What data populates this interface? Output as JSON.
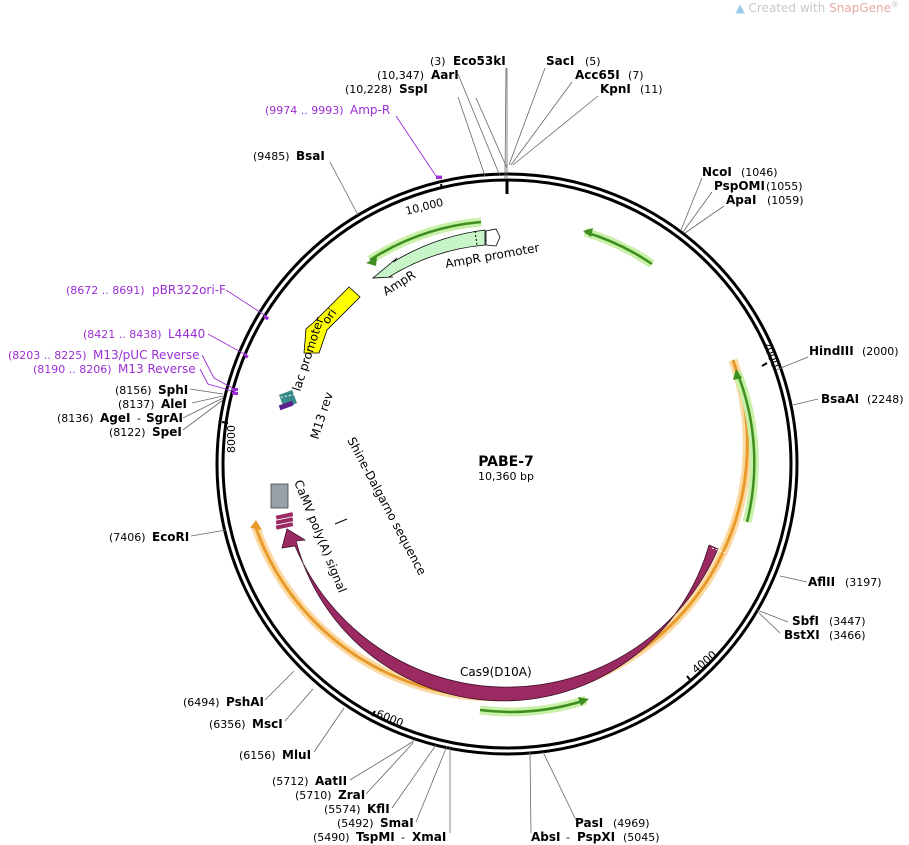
{
  "watermark": {
    "prefix": "Created with ",
    "brand": "SnapGene",
    "mark": "®"
  },
  "plasmid": {
    "name": "PABE-7",
    "size_label": "10,360 bp"
  },
  "ticks": [
    "2000",
    "4000",
    "6000",
    "8000",
    "10,000"
  ],
  "features": {
    "ampr_promoter": "AmpR promoter",
    "ampr": "AmpR",
    "ori": "ori",
    "lac_promoter": "lac promoter",
    "m13_rev": "M13 rev",
    "shine_dalgarno": "Shine-Dalgarno sequence",
    "camv": "CaMV poly(A) signal",
    "cas9": "Cas9(D10A)"
  },
  "primers": [
    {
      "pos": "(9974 .. 9993)",
      "name": "Amp-R"
    },
    {
      "pos": "(8672 .. 8691)",
      "name": "pBR322ori-F"
    },
    {
      "pos": "(8421 .. 8438)",
      "name": "L4440"
    },
    {
      "pos": "(8203 .. 8225)",
      "name": "M13/pUC Reverse"
    },
    {
      "pos": "(8190 .. 8206)",
      "name": "M13 Reverse"
    }
  ],
  "sites": {
    "eco53ki": {
      "pos": "(3)",
      "name": "Eco53kI"
    },
    "aari": {
      "pos": "(10,347)",
      "name": "AarI"
    },
    "sspi": {
      "pos": "(10,228)",
      "name": "SspI"
    },
    "saci": {
      "name": "SacI",
      "pos": "(5)"
    },
    "acc65i": {
      "name": "Acc65I",
      "pos": "(7)"
    },
    "kpni": {
      "name": "KpnI",
      "pos": "(11)"
    },
    "bsai": {
      "pos": "(9485)",
      "name": "BsaI"
    },
    "ncoi": {
      "name": "NcoI",
      "pos": "(1046)"
    },
    "pspomi": {
      "name": "PspOMI",
      "pos": "(1055)"
    },
    "apai": {
      "name": "ApaI",
      "pos": "(1059)"
    },
    "hindiii": {
      "name": "HindIII",
      "pos": "(2000)"
    },
    "bsaai": {
      "name": "BsaAI",
      "pos": "(2248)"
    },
    "aflii": {
      "name": "AflII",
      "pos": "(3197)"
    },
    "sbfi": {
      "name": "SbfI",
      "pos": "(3447)"
    },
    "bstxi": {
      "name": "BstXI",
      "pos": "(3466)"
    },
    "sphi": {
      "pos": "(8156)",
      "name": "SphI"
    },
    "alei": {
      "pos": "(8137)",
      "name": "AleI"
    },
    "agei": {
      "pos": "(8136)",
      "name": "AgeI",
      "name2": "SgrAI",
      "sep": "-"
    },
    "spei": {
      "pos": "(8122)",
      "name": "SpeI"
    },
    "ecori": {
      "pos": "(7406)",
      "name": "EcoRI"
    },
    "pshai": {
      "pos": "(6494)",
      "name": "PshAI"
    },
    "msci": {
      "pos": "(6356)",
      "name": "MscI"
    },
    "mlui": {
      "pos": "(6156)",
      "name": "MluI"
    },
    "aatii": {
      "pos": "(5712)",
      "name": "AatII"
    },
    "zrai": {
      "pos": "(5710)",
      "name": "ZraI"
    },
    "kfli": {
      "pos": "(5574)",
      "name": "KflI"
    },
    "smai": {
      "pos": "(5492)",
      "name": "SmaI"
    },
    "tspmi": {
      "pos": "(5490)",
      "name": "TspMI",
      "name2": "XmaI",
      "sep": "-"
    },
    "pasi": {
      "name": "PasI",
      "pos": "(4969)"
    },
    "absi": {
      "name": "AbsI",
      "name2": "PspXI",
      "pos": "(5045)",
      "sep": "-"
    }
  },
  "colors": {
    "backbone": "#000000",
    "cas9": "#9b2a63",
    "orf_green": "#3e8f1f",
    "orf_glow_green": "#c9f0a8",
    "orf_orange": "#e89a2a",
    "orf_glow_orange": "#fbd9a3",
    "ampr": "#c8f5c8",
    "ori": "#ffff00",
    "primer": "#9c2ed6",
    "lac": "#3a8a8a",
    "camv": "#9aa0a8"
  }
}
